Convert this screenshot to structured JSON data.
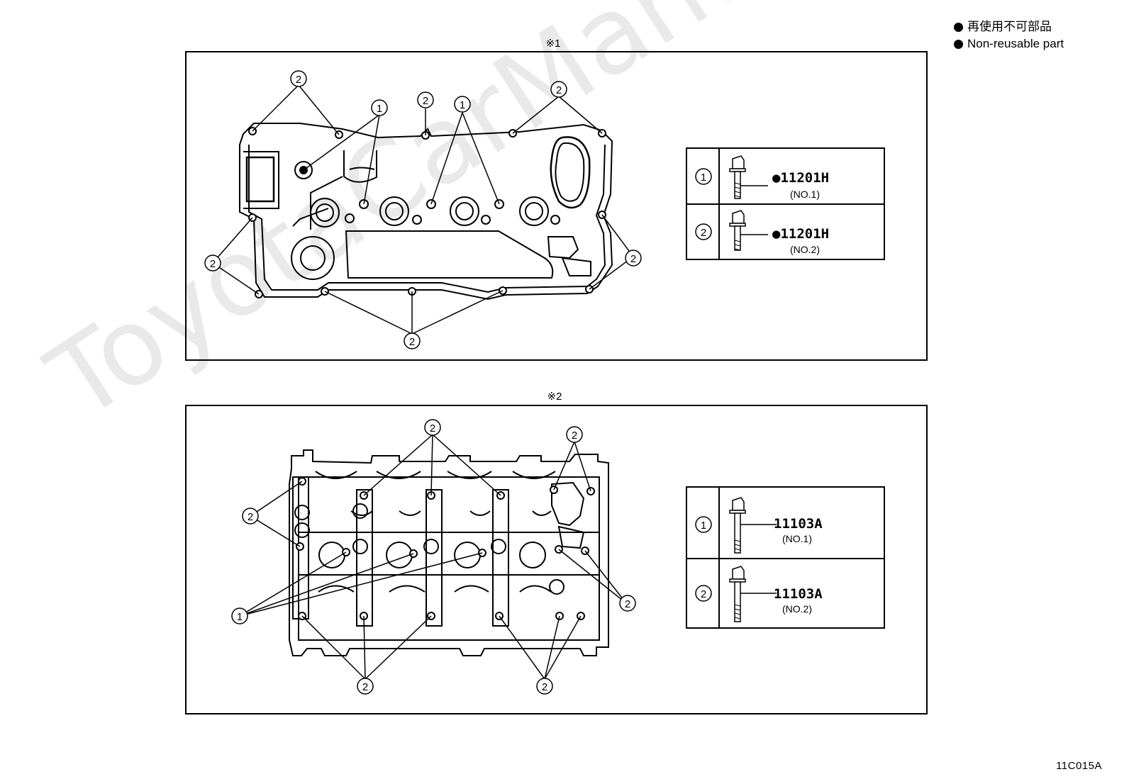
{
  "legend": {
    "japanese": "再使用不可部品",
    "english": "Non-reusable part"
  },
  "watermark": "ToyotaCarManuals.ru",
  "figure_code": "11C015A",
  "panel1": {
    "label": "※1",
    "parts": [
      {
        "marker": "1",
        "part_number": "●11201H",
        "sub": "(NO.1)"
      },
      {
        "marker": "2",
        "part_number": "●11201H",
        "sub": "(NO.2)"
      }
    ]
  },
  "panel2": {
    "label": "※2",
    "parts": [
      {
        "marker": "1",
        "part_number": "11103A",
        "sub": "(NO.1)"
      },
      {
        "marker": "2",
        "part_number": "11103A",
        "sub": "(NO.2)"
      }
    ]
  },
  "callout_1": "1",
  "callout_2": "2",
  "colors": {
    "line": "#000000",
    "watermark": "#e9e9e9",
    "background": "#ffffff"
  }
}
